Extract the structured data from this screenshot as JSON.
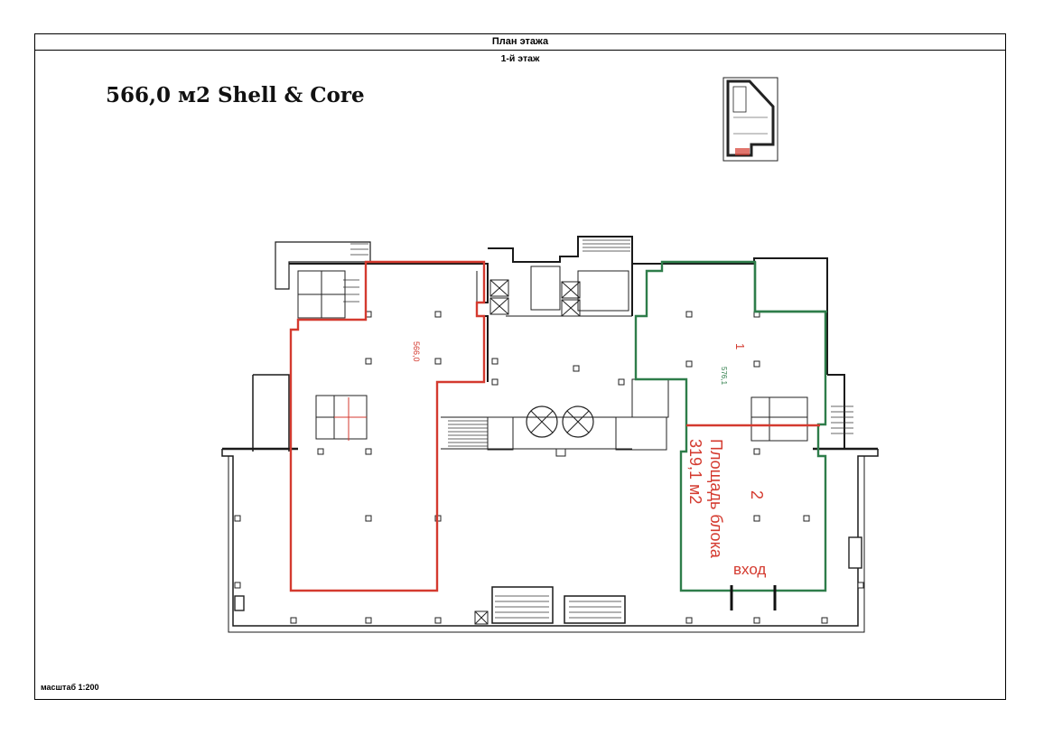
{
  "header": {
    "title": "План этажа",
    "subtitle": "1-й этаж"
  },
  "headline": "566,0 м2 Shell & Core",
  "scale_label": "масштаб 1:200",
  "zones": {
    "red": {
      "area_label": "566,0"
    },
    "green": {
      "number": "1",
      "area_label": "576,1"
    },
    "block2": {
      "number": "2",
      "label_line1": "Площадь блока",
      "label_line2": "319,1 м2"
    },
    "entrance": "вход"
  },
  "colors": {
    "red_zone": "#d43a2f",
    "green_zone": "#2e7d4a",
    "walls": "#1a1a1a"
  }
}
